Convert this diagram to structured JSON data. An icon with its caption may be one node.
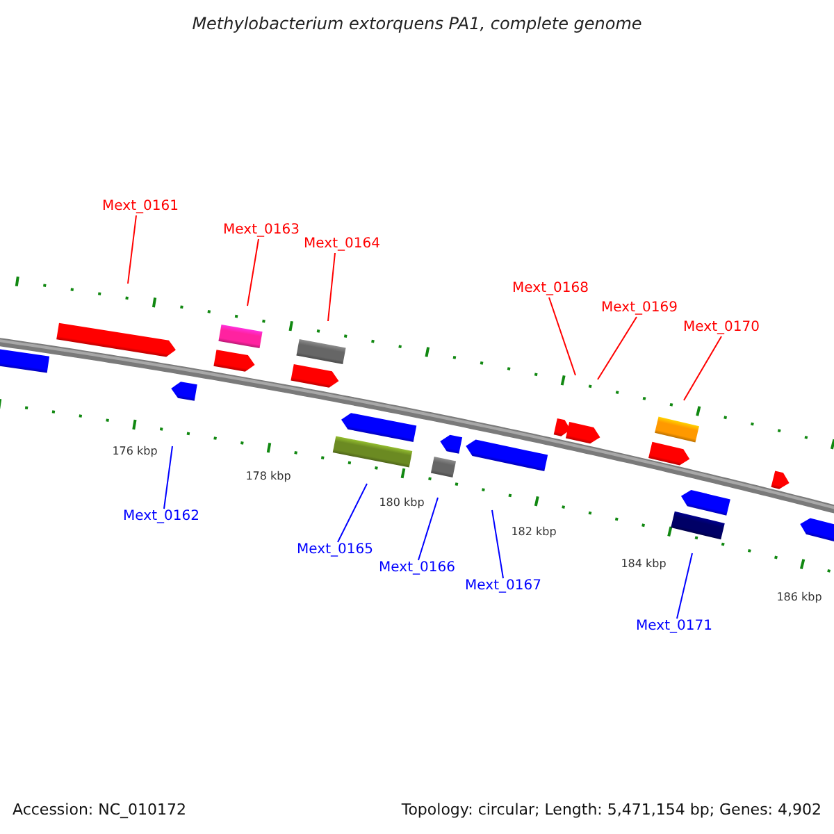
{
  "diagram": {
    "title": "Methylobacterium extorquens PA1, complete genome",
    "nodes": [
      {
        "text": [
          "Mext_0161"
        ]
      },
      {
        "text": [
          "Mext_0163"
        ]
      },
      {
        "text": [
          "Mext_0164"
        ]
      },
      {
        "text": [
          "Mext_0168"
        ]
      },
      {
        "text": [
          "Mext_0169"
        ]
      },
      {
        "text": [
          "Mext_0170"
        ]
      },
      {
        "text": [
          "Mext_0162"
        ]
      },
      {
        "text": [
          "Mext_0165"
        ]
      },
      {
        "text": [
          "Mext_0166"
        ]
      },
      {
        "text": [
          "Mext_0167"
        ]
      },
      {
        "text": [
          "Mext_0171"
        ]
      }
    ],
    "edges": [
      {
        "from": 0,
        "to": null,
        "arrow": "none"
      },
      {
        "from": 1,
        "to": null,
        "arrow": "none"
      },
      {
        "from": 2,
        "to": null,
        "arrow": "none"
      },
      {
        "from": 3,
        "to": null,
        "arrow": "none"
      },
      {
        "from": 4,
        "to": null,
        "arrow": "none"
      },
      {
        "from": 5,
        "to": null,
        "arrow": "none"
      },
      {
        "from": 6,
        "to": null,
        "arrow": "none",
        "color": "#0000ff"
      },
      {
        "from": 7,
        "to": null,
        "arrow": "none",
        "color": "#0000ff"
      },
      {
        "from": 8,
        "to": null,
        "arrow": "none",
        "color": "#0000ff"
      },
      {
        "from": 9,
        "to": null,
        "arrow": "none",
        "color": "#0000ff"
      },
      {
        "from": 10,
        "to": null,
        "arrow": "none",
        "color": "#0000ff"
      }
    ],
    "labels": [
      "176 kbp",
      "178 kbp",
      "180 kbp",
      "182 kbp",
      "184 kbp",
      "186 kbp",
      "Accession: NC_010172",
      "Topology: circular; Length: 5,471,154 bp; Genes: 4,902"
    ]
  }
}
